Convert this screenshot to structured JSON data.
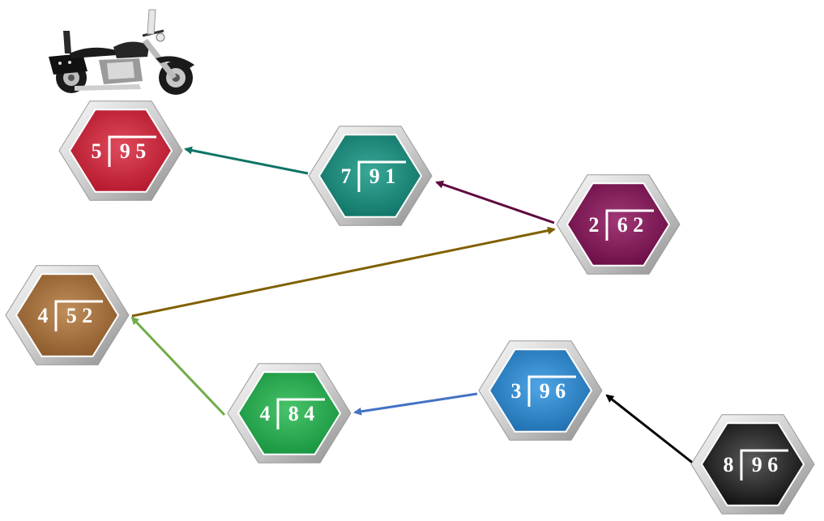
{
  "nodes": [
    {
      "id": "n-black",
      "divisor": "8",
      "dividend": "9 6",
      "color": "#101010",
      "highlight": "#5a5a5a"
    },
    {
      "id": "n-blue",
      "divisor": "3",
      "dividend": "9 6",
      "color": "#1f6fb0",
      "highlight": "#4fa6e6"
    },
    {
      "id": "n-green",
      "divisor": "4",
      "dividend": "8 4",
      "color": "#17943f",
      "highlight": "#49c46b"
    },
    {
      "id": "n-brown",
      "divisor": "4",
      "dividend": "5 2",
      "color": "#8c5a2b",
      "highlight": "#c08e5a"
    },
    {
      "id": "n-purple",
      "divisor": "2",
      "dividend": "6 2",
      "color": "#6a0d45",
      "highlight": "#a23877"
    },
    {
      "id": "n-teal",
      "divisor": "7",
      "dividend": "9 1",
      "color": "#0f7466",
      "highlight": "#3aa898"
    },
    {
      "id": "n-red",
      "divisor": "5",
      "dividend": "9 5",
      "color": "#b3172b",
      "highlight": "#e04a5c"
    }
  ],
  "arrows": [
    {
      "from": "n-black",
      "to": "n-blue",
      "color": "#000000"
    },
    {
      "from": "n-blue",
      "to": "n-green",
      "color": "#4472c4"
    },
    {
      "from": "n-green",
      "to": "n-brown",
      "color": "#70ad47"
    },
    {
      "from": "n-brown",
      "to": "n-purple",
      "color": "#806000"
    },
    {
      "from": "n-purple",
      "to": "n-teal",
      "color": "#5f0a3f"
    },
    {
      "from": "n-teal",
      "to": "n-red",
      "color": "#0f7466"
    }
  ],
  "icons": {
    "goal": "motorcycle-icon"
  }
}
